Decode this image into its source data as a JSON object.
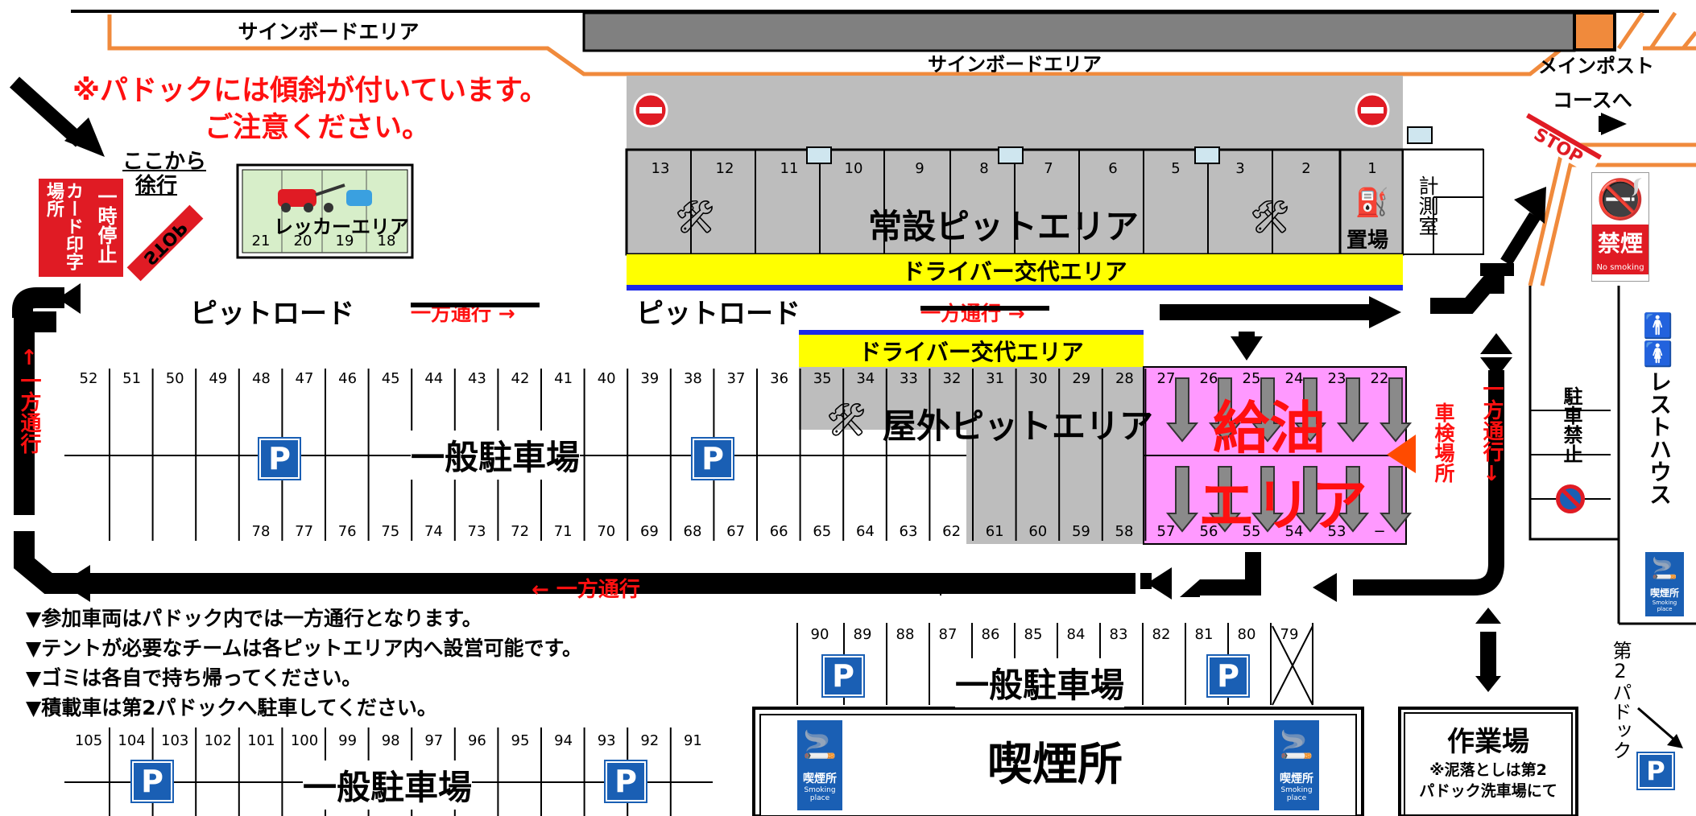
{
  "signboard_top_left": "サインボードエリア",
  "signboard_top_center": "サインボードエリア",
  "main_post": "メインポスト",
  "to_course": "コースへ",
  "warning": [
    "※パドックには傾斜が付いています。",
    "ご注意ください。"
  ],
  "slow_from_here": [
    "ここから",
    "徐行"
  ],
  "stop": "STOP",
  "card_print": "カード印字場所",
  "temp_stop": "一時停止",
  "wrecker_area": "レッカーエリア",
  "wrecker_numbers": [
    "21",
    "20",
    "19",
    "18"
  ],
  "permanent_pit": "常設ピットエリア",
  "pit_numbers": [
    "13",
    "12",
    "11",
    "10",
    "9",
    "8",
    "7",
    "6",
    "5",
    "3",
    "2",
    "1"
  ],
  "storage": "置場",
  "measure_room": "計測室",
  "driver_change": "ドライバー交代エリア",
  "pit_road": "ピットロード",
  "one_way": "一方通行",
  "one_way_left": "← 一方通行",
  "one_way_right": "一方通行 →",
  "one_way_vertical": "↑一方通行",
  "one_way_vertical_down": "一方通行↓",
  "outdoor_pit": "屋外ピットエリア",
  "general_parking": "一般駐車場",
  "fuel_area": [
    "給油",
    "エリア"
  ],
  "inspection": "車検場所",
  "no_parking": "駐車禁止",
  "rest_house": "レストハウス",
  "no_smoking": "禁煙",
  "no_smoking_en": "No smoking",
  "smoking_area": "喫煙所",
  "smoking_place_jp": "喫煙所",
  "smoking_place_en": "Smoking place",
  "workshop": "作業場",
  "workshop_note": [
    "※泥落としは第2",
    "パドック洗車場にて"
  ],
  "paddock2": "第2パドック",
  "parking_sign": "P",
  "row_top": [
    "52",
    "51",
    "50",
    "49",
    "48",
    "47",
    "46",
    "45",
    "44",
    "43",
    "42",
    "41",
    "40",
    "39",
    "38",
    "37",
    "36",
    "35",
    "34",
    "33",
    "32",
    "31",
    "30",
    "29",
    "28"
  ],
  "row_bottom": [
    "78",
    "77",
    "76",
    "75",
    "74",
    "73",
    "72",
    "71",
    "70",
    "69",
    "68",
    "67",
    "66",
    "65",
    "64",
    "63",
    "62",
    "61",
    "60",
    "59",
    "58"
  ],
  "fuel_top": [
    "27",
    "26",
    "25",
    "24",
    "23",
    "22"
  ],
  "fuel_bottom": [
    "57",
    "56",
    "55",
    "54",
    "53",
    "−"
  ],
  "row_mid": [
    "90",
    "89",
    "88",
    "87",
    "86",
    "85",
    "84",
    "83",
    "82",
    "81",
    "80",
    "79"
  ],
  "row_low": [
    "105",
    "104",
    "103",
    "102",
    "101",
    "100",
    "99",
    "98",
    "97",
    "96",
    "95",
    "94",
    "93",
    "92",
    "91"
  ],
  "notes": [
    "▼参加車両はパドック内では一方通行となります。",
    "▼テントが必要なチームは各ピットエリア内へ設営可能です。",
    "▼ゴミは各自で持ち帰ってください。",
    "▼積載車は第2パドックへ駐車してください。"
  ],
  "colors": {
    "orange": "#f08a3c",
    "gray": "#bdbdbd",
    "darkgray": "#808080",
    "yellow": "#ffff00",
    "pink": "#ff99ff",
    "red": "#ff1010",
    "blue": "#1a5fb4",
    "green": "#d7eec9"
  }
}
